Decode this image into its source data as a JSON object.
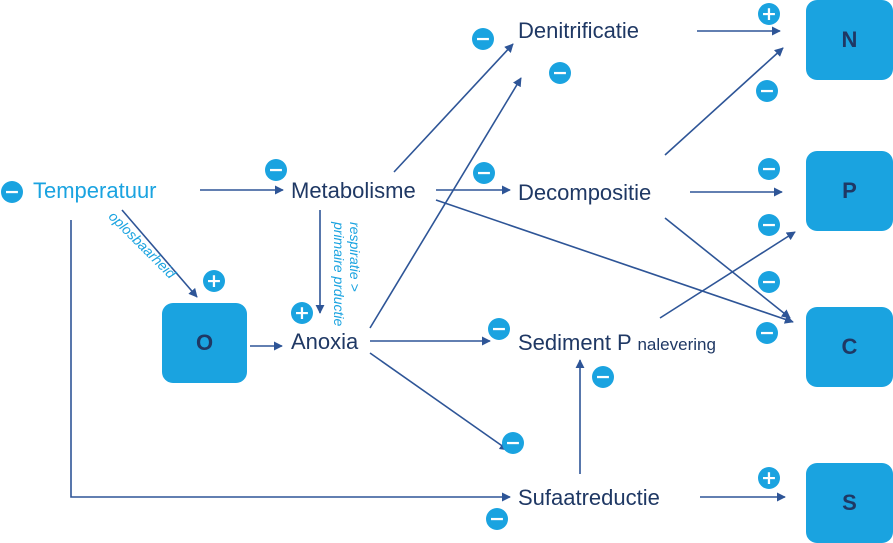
{
  "colors": {
    "dark": "#1f3864",
    "accent": "#1aa3e0",
    "arrow": "#2e5597"
  },
  "nodes": {
    "temperatuur": "Temperatuur",
    "metabolisme": "Metabolisme",
    "denitrificatie": "Denitrificatie",
    "decompositie": {
      "part1": "Decom",
      "part2": "positie"
    },
    "anoxia": "Anoxia",
    "sediment": {
      "main": "Sediment P",
      "sub": "nalevering"
    },
    "sulfaat": "Sufaatreductie"
  },
  "boxes": {
    "n": "N",
    "p": "P",
    "c": "C",
    "o": "O",
    "s": "S"
  },
  "edge_labels": {
    "oplosbaarheid": "oplosbaarheid",
    "respiratie_line1": "respiratie >",
    "respiratie_line2": "primaire prductie"
  },
  "signs": {
    "plus": "+",
    "minus": "−"
  }
}
